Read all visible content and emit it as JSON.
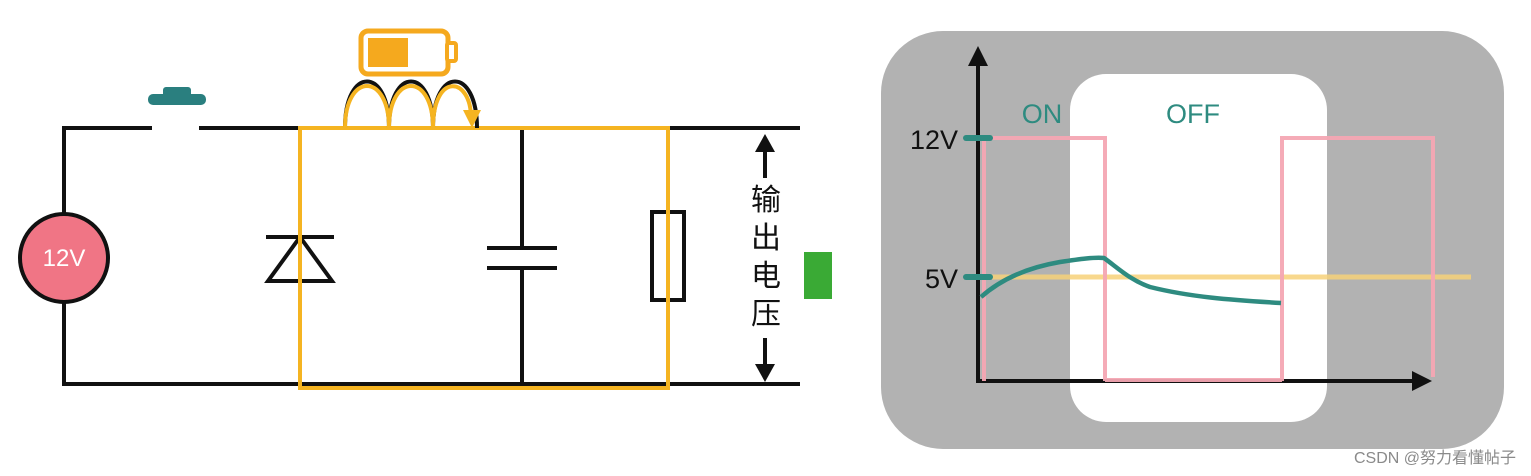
{
  "circuit": {
    "source_label": "12V",
    "output_label_chars": [
      "输",
      "出",
      "电",
      "压"
    ]
  },
  "waveform": {
    "level_high": "12V",
    "level_mid": "5V",
    "phase_on": "ON",
    "phase_off": "OFF"
  },
  "watermark": "CSDN @努力看懂帖子",
  "colors": {
    "wire": "#111111",
    "current_path": "#f5b421",
    "source_fill": "#f07585",
    "switch": "#2a7f7f",
    "battery": "#f5a91e",
    "output_indicator": "#3aaa35",
    "pulse": "#f4a7b3",
    "capacitor_voltage": "#2e8b80",
    "reference_line": "#f7d27a",
    "panel": "#b2b2b2"
  }
}
